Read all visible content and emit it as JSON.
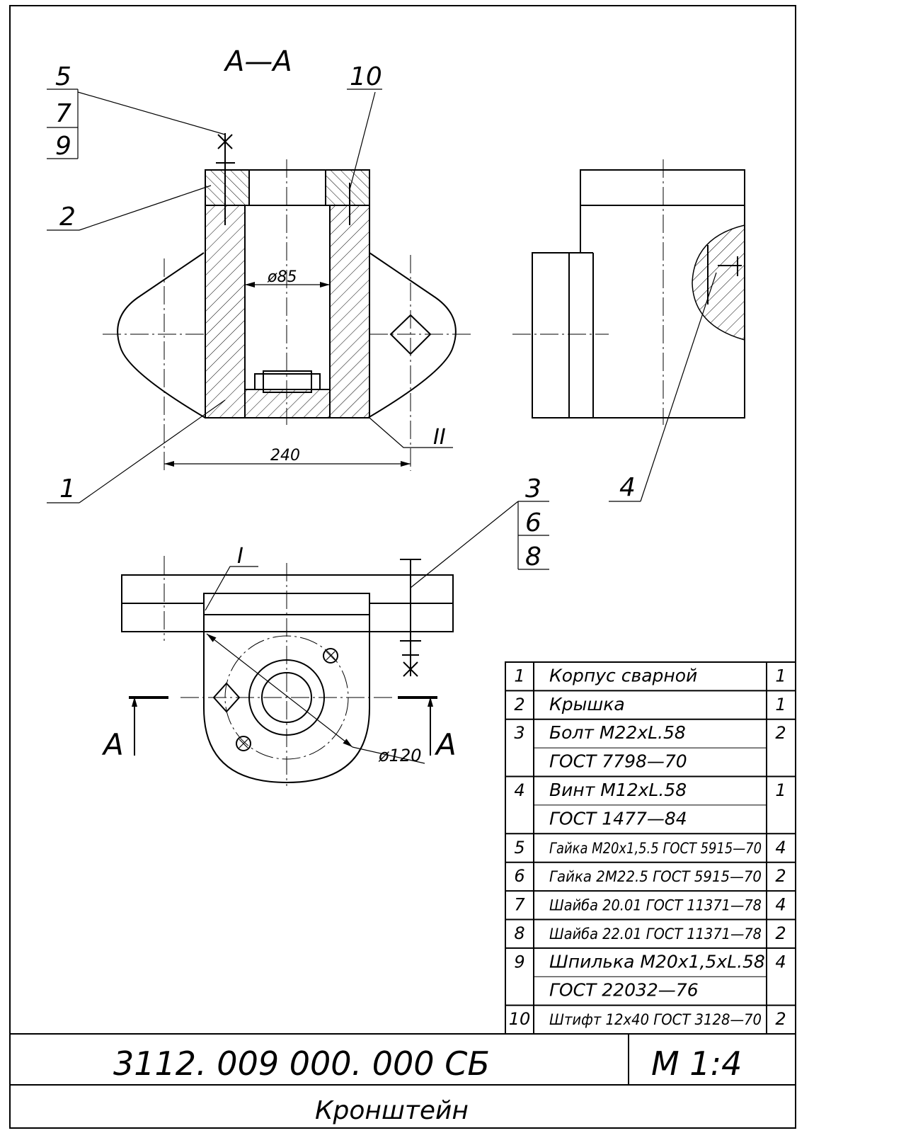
{
  "drawing": {
    "section_label": "А—А",
    "dims": {
      "bore": "ø85",
      "width": "240",
      "flange": "ø120"
    },
    "view_marks": {
      "detail_1": "I",
      "detail_2": "II",
      "cut_left": "А",
      "cut_right": "А"
    },
    "callouts": {
      "c5": "5",
      "c7": "7",
      "c9": "9",
      "c10": "10",
      "c2": "2",
      "c1": "1",
      "c4": "4",
      "c3": "3",
      "c6": "6",
      "c8": "8"
    }
  },
  "parts": [
    {
      "pos": "1",
      "name": "Корпус сварной",
      "qty": "1"
    },
    {
      "pos": "2",
      "name": "Крышка",
      "qty": "1"
    },
    {
      "pos": "3",
      "name": "Болт М22хL.58",
      "qty": "2"
    },
    {
      "pos": "",
      "name": "ГОСТ 7798—70",
      "qty": ""
    },
    {
      "pos": "4",
      "name": "Винт М12хL.58",
      "qty": "1"
    },
    {
      "pos": "",
      "name": "ГОСТ 1477—84",
      "qty": ""
    },
    {
      "pos": "5",
      "name": "Гайка М20х1,5.5 ГОСТ 5915—70",
      "qty": "4"
    },
    {
      "pos": "6",
      "name": "Гайка 2М22.5 ГОСТ 5915—70",
      "qty": "2"
    },
    {
      "pos": "7",
      "name": "Шайба 20.01 ГОСТ 11371—78",
      "qty": "4"
    },
    {
      "pos": "8",
      "name": "Шайба 22.01 ГОСТ 11371—78",
      "qty": "2"
    },
    {
      "pos": "9",
      "name": "Шпилька М20х1,5хL.58",
      "qty": "4"
    },
    {
      "pos": "",
      "name": "ГОСТ 22032—76",
      "qty": ""
    },
    {
      "pos": "10",
      "name": "Штифт 12х40 ГОСТ 3128—70",
      "qty": "2"
    }
  ],
  "title_block": {
    "designation": "3112. 009 000. 000 СБ",
    "scale": "М 1:4",
    "name": "Кронштейн"
  }
}
